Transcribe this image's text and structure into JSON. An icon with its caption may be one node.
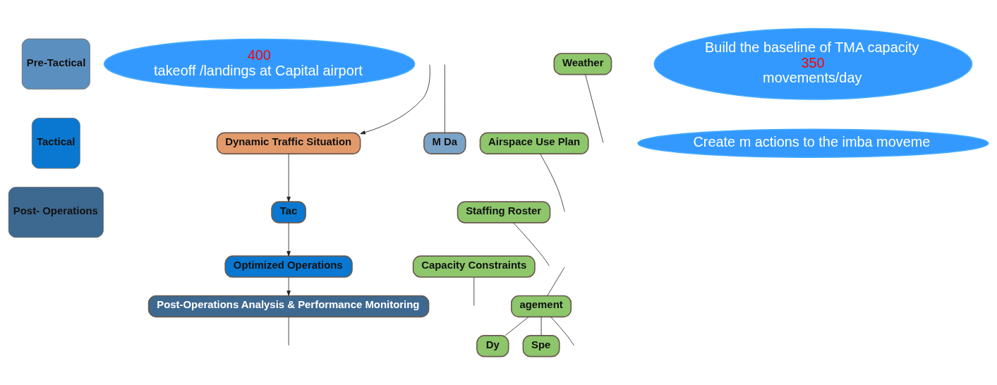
{
  "diagram": {
    "nodes": [
      {
        "text": [
          "Pre-Tactical"
        ]
      },
      {
        "text": [
          "Tactical"
        ]
      },
      {
        "text": [
          "Post- Operations"
        ]
      },
      {
        "text": [
          "400",
          "takeoff /landings at Capital airport"
        ]
      },
      {
        "text": [
          "M Da"
        ]
      },
      {
        "text": [
          "Dynamic Traffic Situation"
        ]
      },
      {
        "text": [
          "Tac"
        ]
      },
      {
        "text": [
          "Optimized Operations"
        ]
      },
      {
        "text": [
          "Post-Operations Analysis & Performance Monitoring"
        ]
      },
      {
        "text": [
          "Weather"
        ]
      },
      {
        "text": [
          "Airspace Use Plan"
        ]
      },
      {
        "text": [
          "Staffing Roster"
        ]
      },
      {
        "text": [
          "Capacity Constraints"
        ]
      },
      {
        "text": [
          "Build the baseline of TMA capacity",
          "350",
          "movements/day"
        ]
      },
      {
        "text": [
          "Dy"
        ]
      },
      {
        "text": [
          "agement"
        ]
      },
      {
        "text": [
          "Spe"
        ]
      },
      {
        "text": [
          "Create m actions to the imba moveme"
        ]
      }
    ],
    "edges": [
      {
        "from": null,
        "to": 5,
        "arrow": "to"
      },
      {
        "from": 5,
        "to": 6,
        "arrow": "to"
      },
      {
        "from": 6,
        "to": 7,
        "arrow": "to"
      },
      {
        "from": 7,
        "to": 8,
        "arrow": "to"
      },
      {
        "from": 8,
        "to": null,
        "arrow": "none"
      },
      {
        "from": null,
        "to": 4,
        "arrow": "none"
      },
      {
        "from": null,
        "to": 15,
        "arrow": "none"
      },
      {
        "from": 9,
        "to": null,
        "arrow": "none"
      },
      {
        "from": 10,
        "to": null,
        "arrow": "none"
      },
      {
        "from": 11,
        "to": null,
        "arrow": "none"
      },
      {
        "from": 12,
        "to": null,
        "arrow": "none"
      },
      {
        "from": 15,
        "to": 14,
        "arrow": "none"
      },
      {
        "from": 15,
        "to": 16,
        "arrow": "none"
      },
      {
        "from": 15,
        "to": null,
        "arrow": "none"
      }
    ]
  }
}
